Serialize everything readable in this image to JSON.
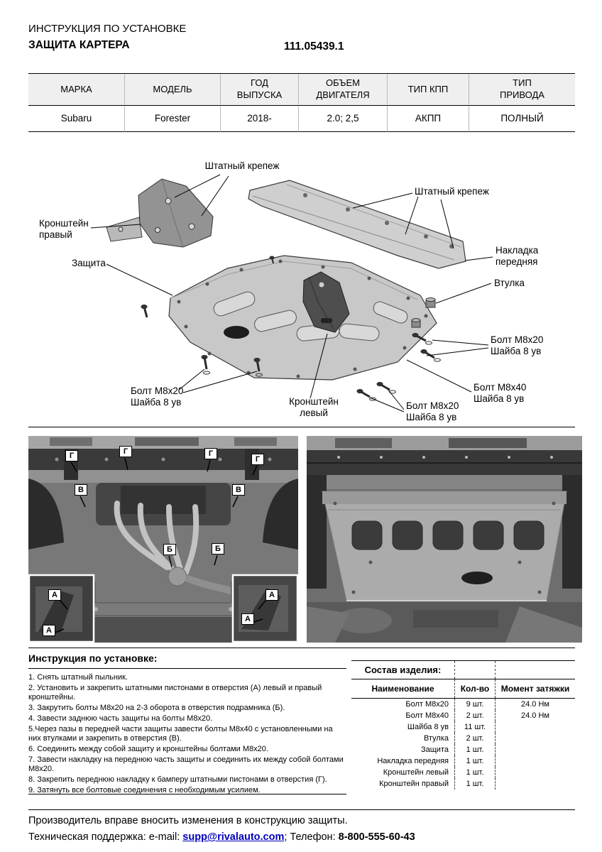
{
  "header": {
    "subtitle": "ИНСТРУКЦИЯ ПО УСТАНОВКЕ",
    "title": "ЗАЩИТА КАРТЕРА",
    "part_number": "111.05439.1"
  },
  "spec_table": {
    "headers": [
      "МАРКА",
      "МОДЕЛЬ",
      "ГОД\nВЫПУСКА",
      "ОБЪЕМ\nДВИГАТЕЛЯ",
      "ТИП КПП",
      "ТИП\nПРИВОДА"
    ],
    "row": [
      "Subaru",
      "Forester",
      "2018-",
      "2.0; 2,5",
      "АКПП",
      "ПОЛНЫЙ"
    ]
  },
  "diagram": {
    "labels": {
      "factory_mount_top": "Штатный крепеж",
      "factory_mount_right": "Штатный крепеж",
      "bracket_right": "Кронштейн\nправый",
      "front_pad": "Накладка\nпередняя",
      "shield": "Защита",
      "bushing": "Втулка",
      "bolt_m8x20_right": "Болт М8х20\nШайба 8 ув",
      "bolt_m8x20_left": "Болт М8х20\nШайба 8 ув",
      "bracket_left": "Кронштейн\nлевый",
      "bolt_m8x40": "Болт М8х40\nШайба 8 ув",
      "bolt_m8x20_bottom": "Болт М8х20\nШайба 8 ув"
    }
  },
  "photos": {
    "left_markers": [
      "Г",
      "Г",
      "Г",
      "Г",
      "В",
      "В",
      "Б",
      "Б",
      "А",
      "А",
      "А",
      "А"
    ]
  },
  "instructions": {
    "title": "Инструкция по установке:",
    "items": [
      "1. Снять штатный пыльник.",
      "2. Установить и закрепить штатными пистонами в отверстия (А) левый и правый кронштейны.",
      "3. Закрутить болты М8х20 на 2-3 оборота в отверстия подрамника (Б).",
      "4. Завести заднюю часть защиты на болты М8х20.",
      "5.Через пазы в передней части защиты завести болты М8х40 с установленными на них втулками и закрепить в отверстия (В).",
      "6. Соединить между собой защиту и кронштейны болтами М8х20.",
      "7. Завести накладку на переднюю часть защиты и соединить их между собой болтами М8х20.",
      "8. Закрепить переднюю накладку к бамперу штатными пистонами в отверстия (Г).",
      "9. Затянуть все болтовые соединения с необходимым усилием."
    ]
  },
  "parts": {
    "title": "Состав изделия:",
    "headers": [
      "Наименование",
      "Кол-во",
      "Момент затяжки"
    ],
    "rows": [
      [
        "Болт М8х20",
        "9 шт.",
        "24.0 Нм"
      ],
      [
        "Болт М8х40",
        "2 шт.",
        "24.0 Нм"
      ],
      [
        "Шайба 8 ув",
        "11 шт.",
        ""
      ],
      [
        "Втулка",
        "2 шт.",
        ""
      ],
      [
        "Защита",
        "1 шт.",
        ""
      ],
      [
        "Накладка передняя",
        "1 шт.",
        ""
      ],
      [
        "Кронштейн левый",
        "1 шт.",
        ""
      ],
      [
        "Кронштейн правый",
        "1 шт.",
        ""
      ]
    ]
  },
  "footer": {
    "note": "Производитель вправе вносить изменения в конструкцию защиты.",
    "support_prefix": "Техническая поддержка:  e-mail: ",
    "email": "supp@rivalauto.com",
    "separator": "; Телефон: ",
    "phone": "8-800-555-60-43"
  }
}
